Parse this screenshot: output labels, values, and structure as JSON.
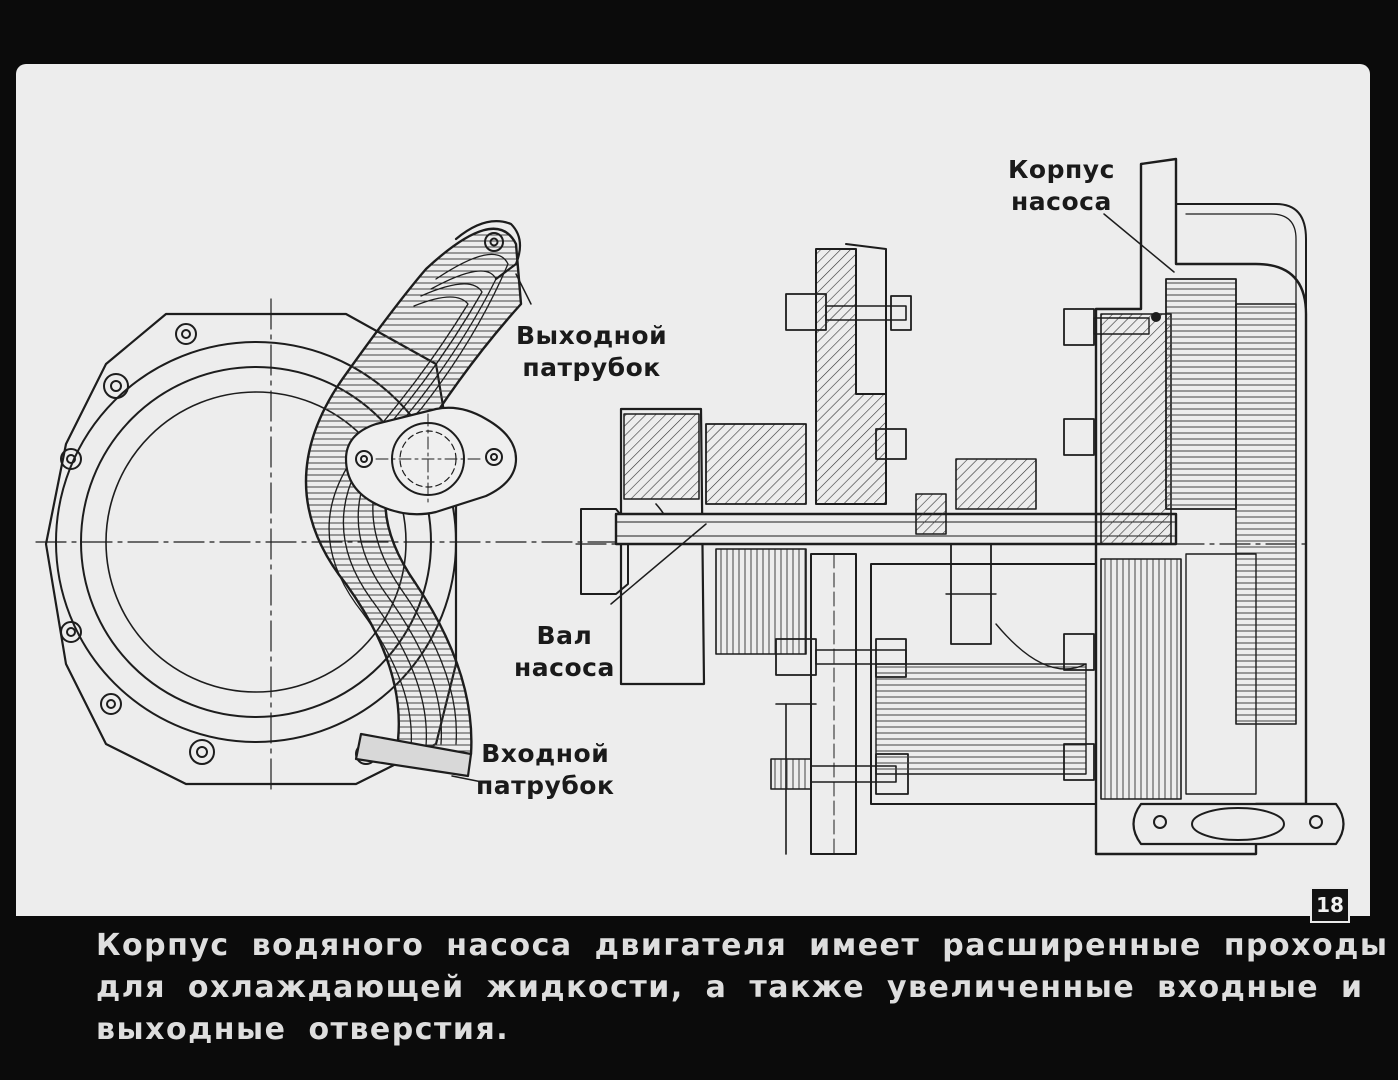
{
  "slide": {
    "labels": {
      "pump_housing": [
        "Корпус",
        "насоса"
      ],
      "outlet_pipe": [
        "Выходной",
        "патрубок"
      ],
      "pump_shaft": [
        "Вал",
        "насоса"
      ],
      "inlet_pipe": [
        "Входной",
        "патрубок"
      ]
    },
    "number": "18",
    "caption_lines": [
      "Корпус водяного насоса двигателя имеет расширенные проходы",
      "для охлаждающей жидкости, а также увеличенные входные и",
      "выходные отверстия."
    ]
  }
}
